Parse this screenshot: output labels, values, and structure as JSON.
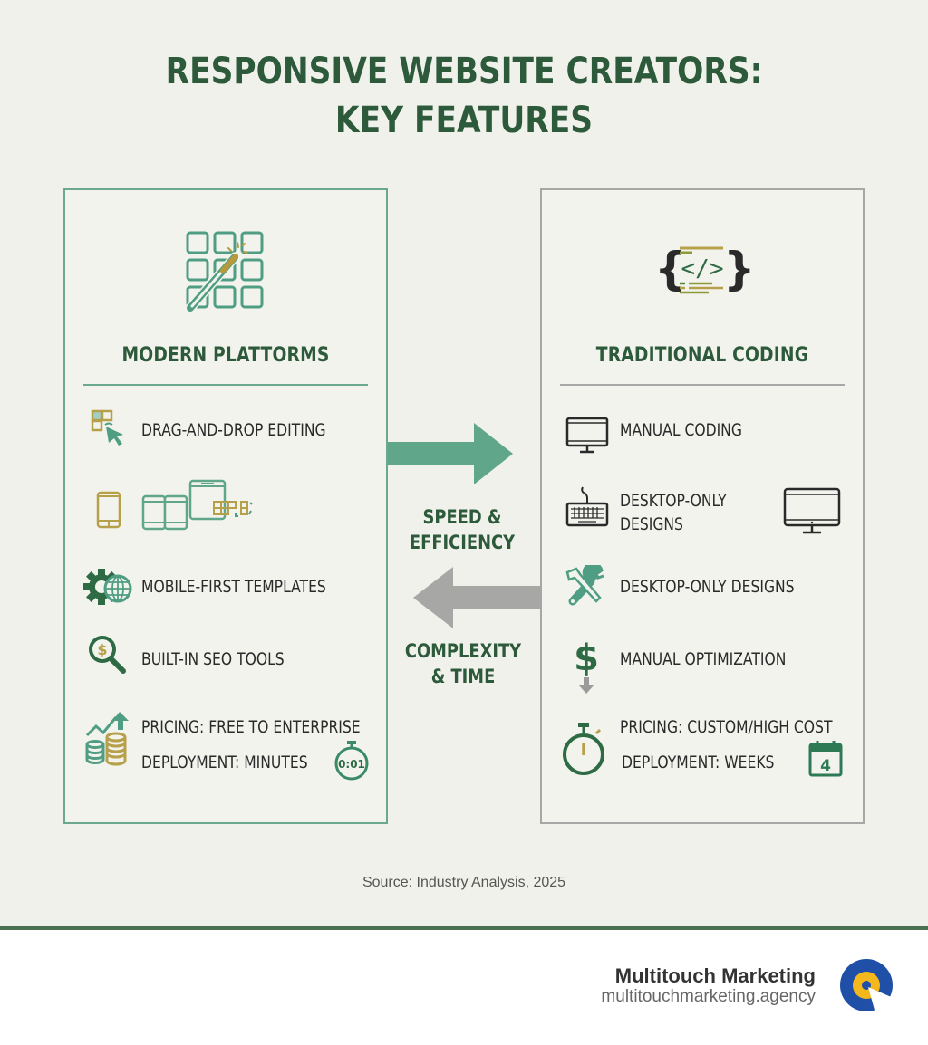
{
  "title": {
    "line1": "RESPONSIVE WEBSITE CREATORS:",
    "line2": "KEY FEATURES"
  },
  "colors": {
    "background": "#f1f1ec",
    "title_green": "#2c5a3a",
    "teal_accent": "#5fa68b",
    "gold_accent": "#b7a04a",
    "gray_accent": "#a7a7a5",
    "footer_rule": "#4b7150",
    "logo_blue": "#1f4fa6",
    "logo_yellow": "#f5b81c"
  },
  "left_panel": {
    "heading": "MODERN PLATTORMS",
    "icon": "grid-magic-wand-icon",
    "features": [
      {
        "icon": "drag-drop-cursor-icon",
        "label": "DRAG-AND-DROP EDITING"
      },
      {
        "icon": "responsive-devices-icon",
        "label": ""
      },
      {
        "icon": "gear-globe-icon",
        "label": "MOBILE-FIRST TEMPLATES"
      },
      {
        "icon": "seo-magnifier-dollar-icon",
        "label": "BUILT-IN SEO TOOLS"
      },
      {
        "icon": "coins-growth-icon",
        "label": "PRICING: FREE TO ENTERPRISE"
      },
      {
        "icon": "stopwatch-icon",
        "label": "DEPLOYMENT: MINUTES",
        "badge": "0:01"
      }
    ]
  },
  "right_panel": {
    "heading": "TRADITIONAL CODING",
    "icon": "code-brackets-icon",
    "features": [
      {
        "icon": "monitor-icon",
        "label": "MANUAL CODING"
      },
      {
        "icon": "keyboard-icon",
        "label": "DESKTOP-ONLY DESIGNS",
        "line1": "DESKTOP-ONLY",
        "line2": "DESIGNS",
        "extra_icon": "desktop-monitor-icon"
      },
      {
        "icon": "wrench-screwdriver-icon",
        "label": "DESKTOP-ONLY DESIGNS"
      },
      {
        "icon": "dollar-down-icon",
        "label": "MANUAL OPTIMIZATION"
      },
      {
        "icon": "stopwatch-icon",
        "label": "PRICING: CUSTOM/HIGH COST"
      },
      {
        "icon": "calendar-icon",
        "label": "DEPLOYMENT: WEEKS",
        "badge": "4"
      }
    ]
  },
  "middle": {
    "top_arrow": {
      "direction": "right",
      "color": "#5fa68b"
    },
    "top_label_line1": "SPEED &",
    "top_label_line2": "EFFICIENCY",
    "bottom_arrow": {
      "direction": "left",
      "color": "#a7a7a5"
    },
    "bottom_label_line1": "COMPLEXITY",
    "bottom_label_line2": "& TIME"
  },
  "source": "Source: Industry Analysis, 2025",
  "footer": {
    "brand_name": "Multitouch Marketing",
    "brand_url": "multitouchmarketing.agency",
    "logo": "multitouch-logo-icon"
  }
}
